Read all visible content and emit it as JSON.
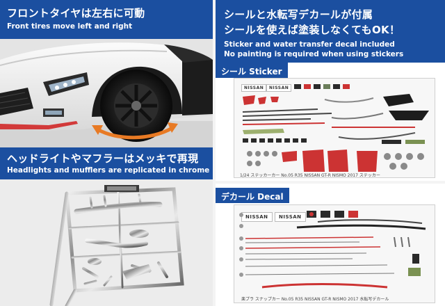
{
  "front_tires": {
    "title_jp": "フロントタイヤは左右に可動",
    "subtitle_en": "Front tires move left and right"
  },
  "chrome_parts": {
    "title_jp": "ヘッドライトやマフラーはメッキで再現",
    "subtitle_en": "Headlights and mufflers are replicated in chrome"
  },
  "decals": {
    "title_jp_line1": "シールと水転写デカールが付属",
    "title_jp_line2": "シールを使えば塗装しなくてもOK！",
    "subtitle_en_line1": "Sticker and water transfer decal  included",
    "subtitle_en_line2": "No painting is required when using stickers",
    "sticker_tag": "シール Sticker",
    "decal_tag": "デカール Decal",
    "brand_text": "NISSAN",
    "sticker_sheet_caption": "1/24 ステッカーカー No.05 R35 NISSAN GT-R NISMO 2017 ステッカー",
    "decal_sheet_caption": "楽プラ スナップカー No.05 R35 NISSAN GT-R NISMO 2017 水転写デカール"
  },
  "colors": {
    "header_blue": "#1b4fa0",
    "accent_red": "#d23a3a",
    "accent_orange": "#e87a24"
  }
}
